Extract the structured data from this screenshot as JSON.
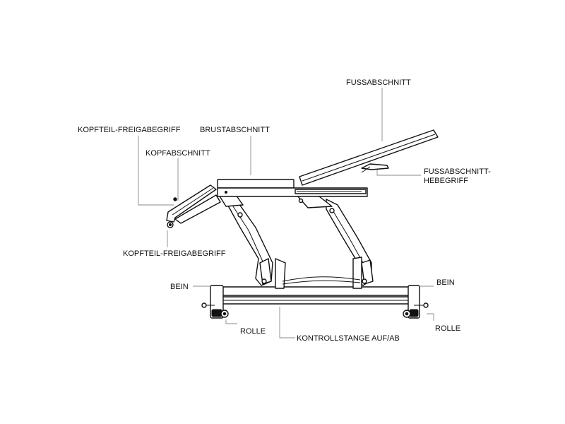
{
  "labels": {
    "fussabschnitt": "FUSSABSCHNITT",
    "kopfteil_freigabegriff_top": "KOPFTEIL-FREIGABEGRIFF",
    "brustabschnitt": "BRUSTABSCHNITT",
    "kopfabschnitt": "KOPFABSCHNITT",
    "fussabschnitt_hebegriff_line1": "FUSSABSCHNITT-",
    "fussabschnitt_hebegriff_line2": "HEBEGRIFF",
    "kopfteil_freigabegriff_bottom": "KOPFTEIL-FREIGABEGRIFF",
    "bein_left": "BEIN",
    "bein_right": "BEIN",
    "rolle_left": "ROLLE",
    "rolle_right": "ROLLE",
    "kontrollstange": "KONTROLLSTANGE AUF/AB"
  },
  "colors": {
    "line": "#111111",
    "leader": "#8a8a8a",
    "background": "#ffffff"
  }
}
